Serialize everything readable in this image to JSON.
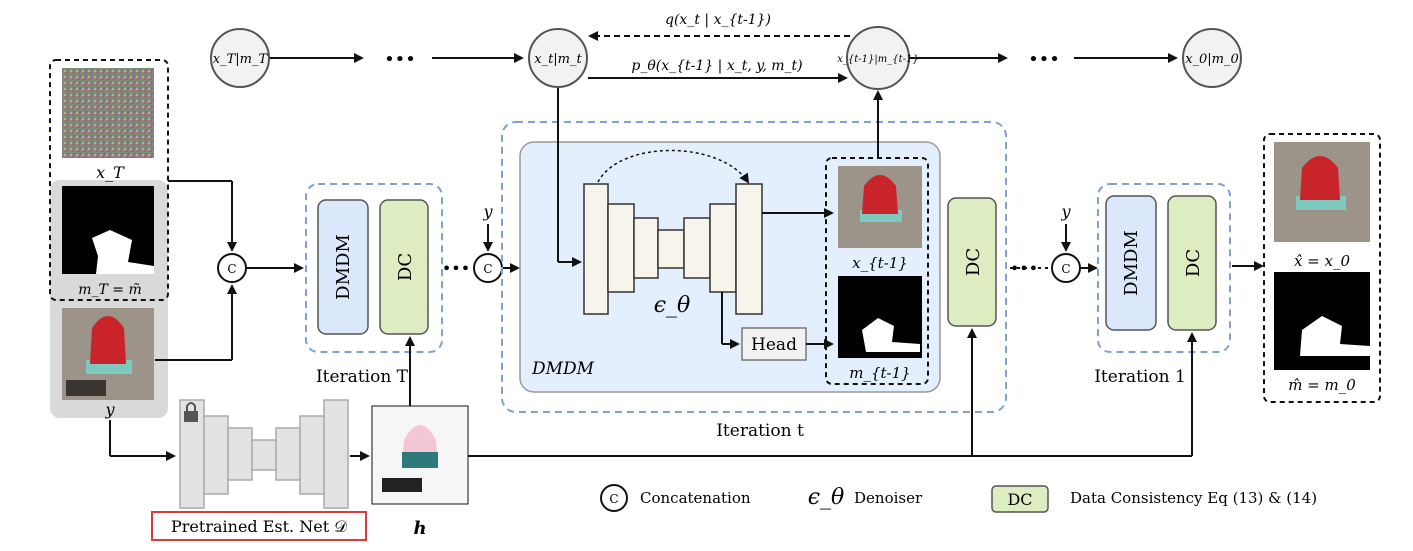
{
  "states": {
    "xT_mT": "x_T|m_T",
    "xt_mt": "x_t|m_t",
    "xt1_mt1": "x_{t-1}|m_{t-1}",
    "x0_m0": "x_0|m_0",
    "ellipsis": "•••"
  },
  "transitions": {
    "forward": "q(x_t | x_{t-1})",
    "reverse": "p_θ(x_{t-1} | x_t, y, m_t)"
  },
  "inputs": {
    "xT_label": "x_T",
    "mT_label": "m_T = m̃",
    "y_label": "y"
  },
  "blocks": {
    "dmdm": "DMDM",
    "dc": "DC",
    "head": "Head",
    "denoiser_symbol": "ϵ_θ",
    "dmdm_italic": "DMDM"
  },
  "outputs": {
    "x_t1": "x_{t-1}",
    "m_t1": "m_{t-1}",
    "x_hat": "x̂ = x_0",
    "m_hat": "m̂ = m_0"
  },
  "iterations": {
    "T": "Iteration T",
    "t": "Iteration t",
    "one": "Iteration 1"
  },
  "est_net": {
    "label": "Pretrained Est. Net 𝒟",
    "h_label": "h"
  },
  "concat_symbol": "C",
  "y_in": "y",
  "legend": {
    "concat": "Concatenation",
    "denoiser": "Denoiser",
    "dc_box": "DC",
    "dc_text": "Data Consistency Eq (13) & (14)"
  },
  "colors": {
    "dmdm_fill": "#dbe8fb",
    "dc_fill": "#deecc2",
    "dashed_blue": "#7da3d6",
    "panel_fill": "#e3effd",
    "red": "#d93b3b"
  }
}
